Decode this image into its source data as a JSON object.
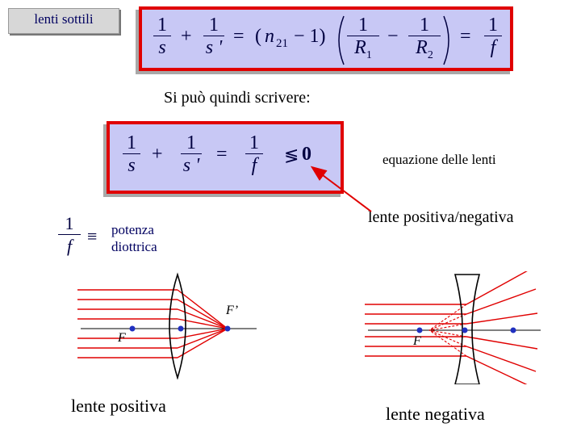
{
  "title_tab": "lenti sottili",
  "equation1": {
    "one": "1",
    "s": "s",
    "s_prime": "s '",
    "plus": "+",
    "equals": "=",
    "paren_open": "(",
    "n": "n",
    "n_sub": "21",
    "minus_one": "− 1)",
    "R1": "R",
    "R1_sub": "1",
    "R2": "R",
    "R2_sub": "2",
    "minus": "−",
    "f": "f"
  },
  "intro_text": "Si può quindi scrivere:",
  "equation2": {
    "one": "1",
    "s": "s",
    "s_prime": "s '",
    "f": "f",
    "plus": "+",
    "equals": "=",
    "sign": "≶",
    "zero": "0"
  },
  "lens_equation_label": "equazione delle lenti",
  "sign_note": "lente positiva/negativa",
  "power_def": {
    "one": "1",
    "f": "f",
    "ident": "≡",
    "label_line1": "potenza",
    "label_line2": "diottrica"
  },
  "positive_lens": {
    "focus_label": "F",
    "image_focus_label": "F’",
    "caption": "lente positiva"
  },
  "negative_lens": {
    "focus_label": "F",
    "caption": "lente negativa"
  },
  "colors": {
    "ray": "#e00000",
    "box_fill": "#c8c8f5",
    "box_border": "#e00000",
    "focus_dot": "#2030c0"
  }
}
